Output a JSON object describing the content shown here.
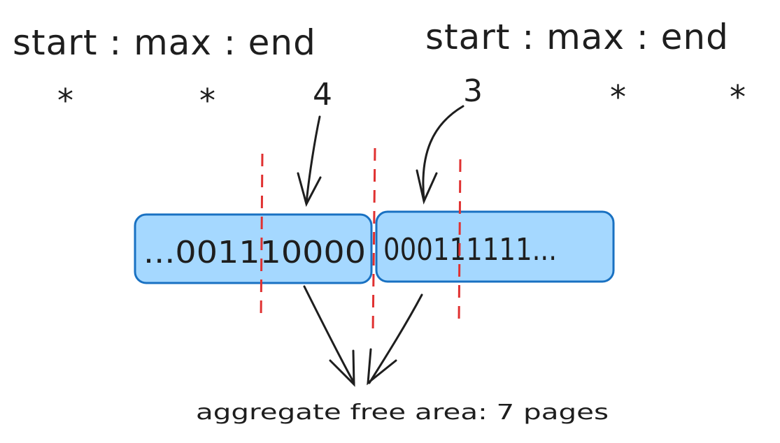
{
  "left_summary": {
    "header": "start : max : end",
    "values": {
      "start": "*",
      "max": "*",
      "end": "4"
    }
  },
  "right_summary": {
    "header": "start : max : end",
    "values": {
      "start": "3",
      "max": "*",
      "end": "*"
    }
  },
  "blocks": [
    {
      "bits": "...001110000"
    },
    {
      "bits": "000111111..."
    }
  ],
  "caption": "aggregate free area: 7 pages",
  "colors": {
    "ink": "#1e1e1e",
    "block_fill": "#a5d8ff",
    "block_stroke": "#1971c2",
    "divider": "#e03131"
  }
}
